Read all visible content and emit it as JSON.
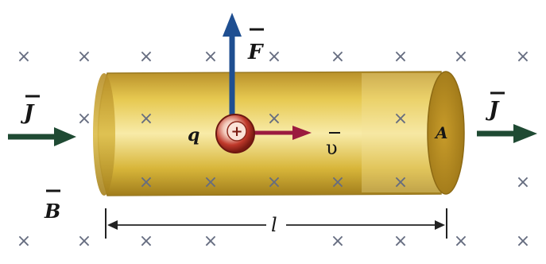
{
  "diagram": {
    "labels": {
      "current_density_left": "J",
      "current_density_right": "J",
      "force": "F",
      "magnetic_field": "B",
      "charge": "q",
      "charge_sign": "+",
      "velocity": "υ",
      "area": "A",
      "length": "l"
    },
    "field_symbol": "×",
    "colors": {
      "cylinder": "#d9b52c",
      "cylinder_highlight": "#f7e79a",
      "cylinder_shadow": "#a7801a",
      "end_face": "#b3891d",
      "current_arrow": "#1f4a33",
      "force_arrow": "#1f4f91",
      "velocity_arrow": "#9b1b3f",
      "charge_fill": "#c0392b",
      "field_cross": "#666d80",
      "dimension_line": "#222222"
    }
  }
}
